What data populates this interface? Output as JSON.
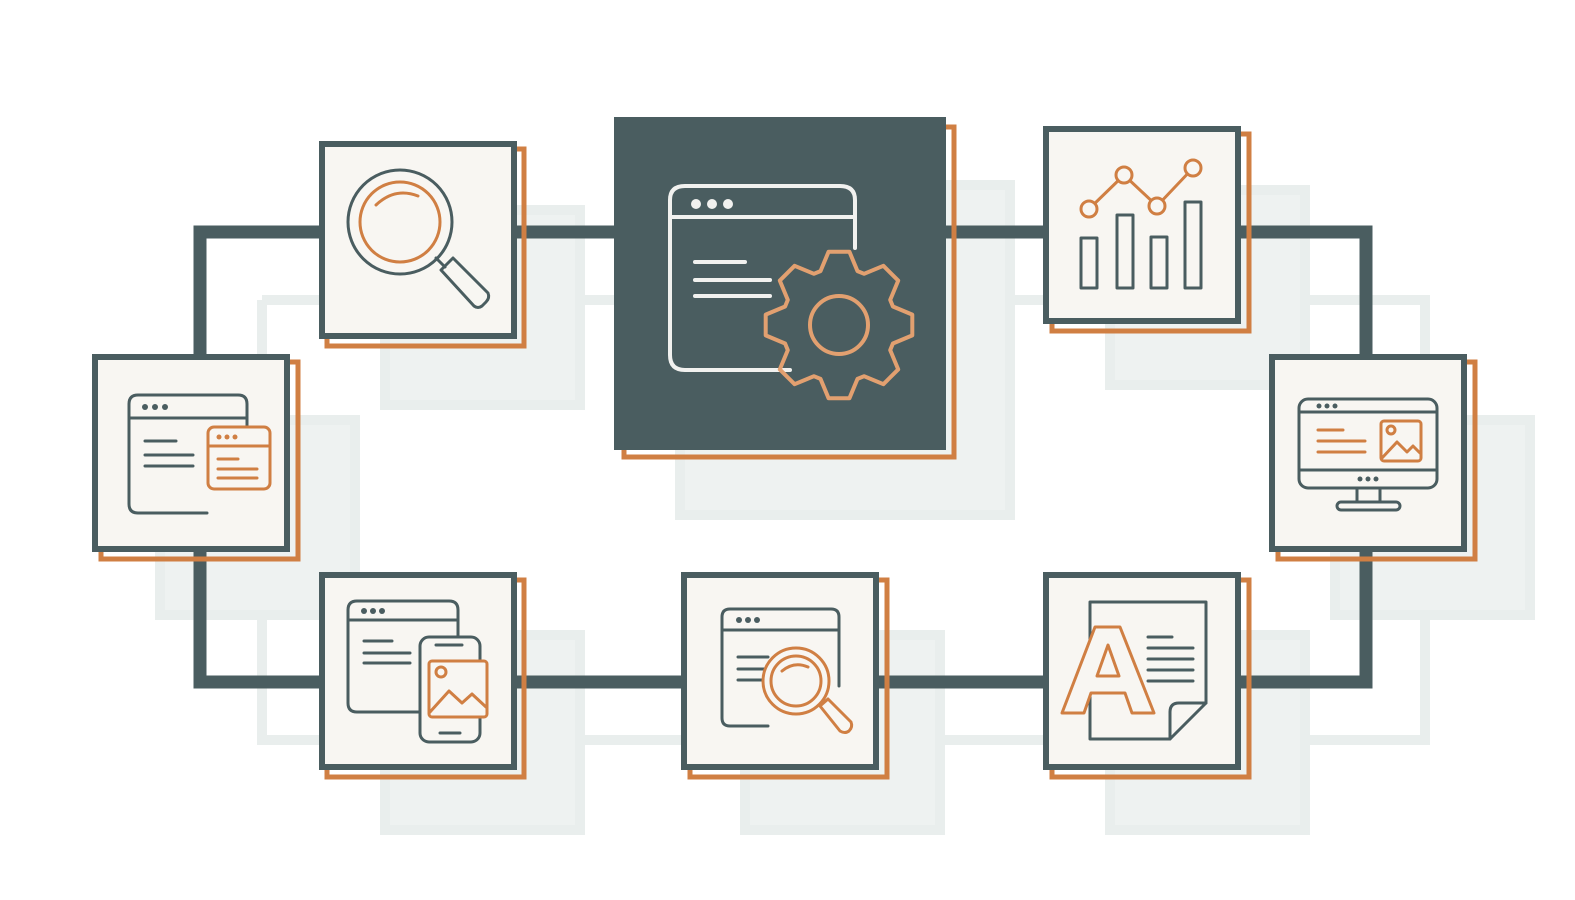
{
  "colors": {
    "background": "#ffffff",
    "slate": "#4a5d60",
    "orange": "#d07f43",
    "card_fill": "#f8f6f2",
    "ghost": "#e9eeed",
    "center_icon_stroke": "#f1f1ef",
    "center_gear_stroke": "#e2a070"
  },
  "nodes": [
    {
      "id": "center",
      "icon": "browser-settings-gear-icon"
    },
    {
      "id": "top-left",
      "icon": "magnifying-glass-icon"
    },
    {
      "id": "top-right",
      "icon": "analytics-chart-icon"
    },
    {
      "id": "left",
      "icon": "browser-windows-icon"
    },
    {
      "id": "right",
      "icon": "desktop-monitor-image-icon"
    },
    {
      "id": "bottom-left",
      "icon": "responsive-devices-icon"
    },
    {
      "id": "bottom-center",
      "icon": "browser-search-icon"
    },
    {
      "id": "bottom-right",
      "icon": "typography-document-icon"
    }
  ],
  "text": {
    "typography_letter": "A"
  }
}
